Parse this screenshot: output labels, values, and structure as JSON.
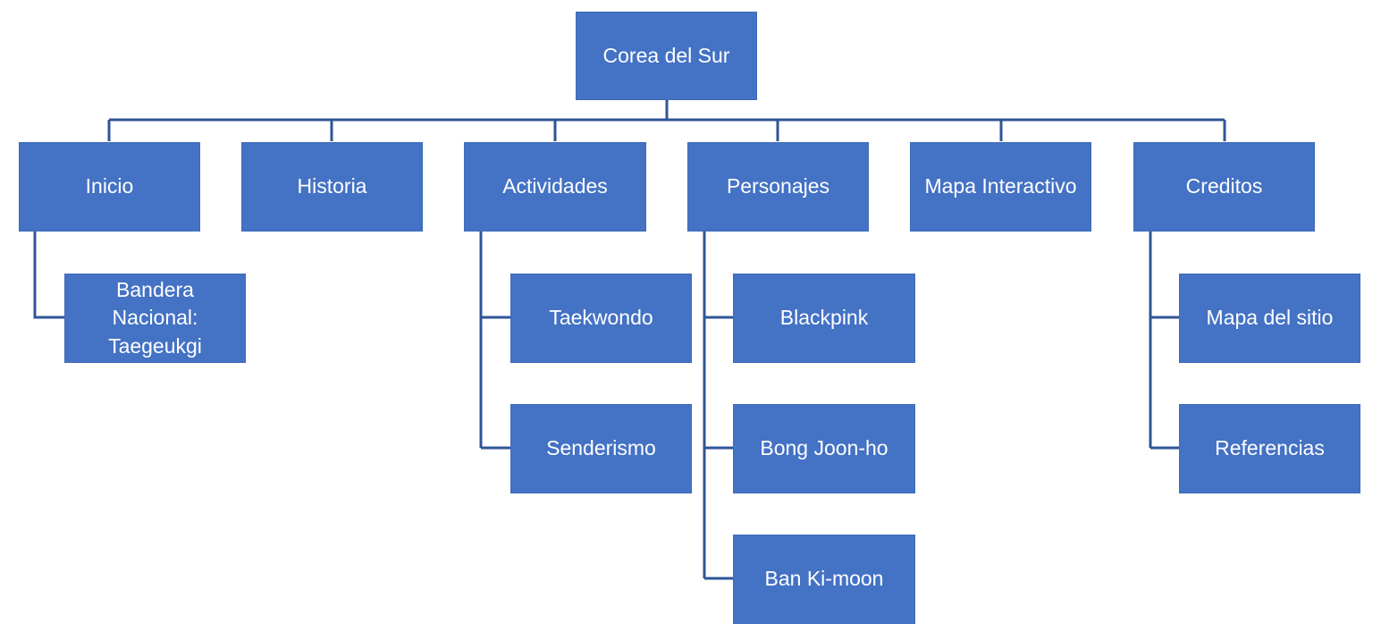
{
  "diagram": {
    "root": "Corea del Sur",
    "sections": [
      {
        "label": "Inicio",
        "children": [
          "Bandera Nacional: Taegeukgi"
        ]
      },
      {
        "label": "Historia",
        "children": []
      },
      {
        "label": "Actividades",
        "children": [
          "Taekwondo",
          "Senderismo"
        ]
      },
      {
        "label": "Personajes",
        "children": [
          "Blackpink",
          "Bong Joon-ho",
          "Ban Ki-moon"
        ]
      },
      {
        "label": "Mapa Interactivo",
        "children": []
      },
      {
        "label": "Creditos",
        "children": [
          "Mapa del sitio",
          "Referencias"
        ]
      }
    ]
  },
  "colors": {
    "box_fill": "#4472c4",
    "connector": "#2f5597",
    "text": "#ffffff"
  }
}
